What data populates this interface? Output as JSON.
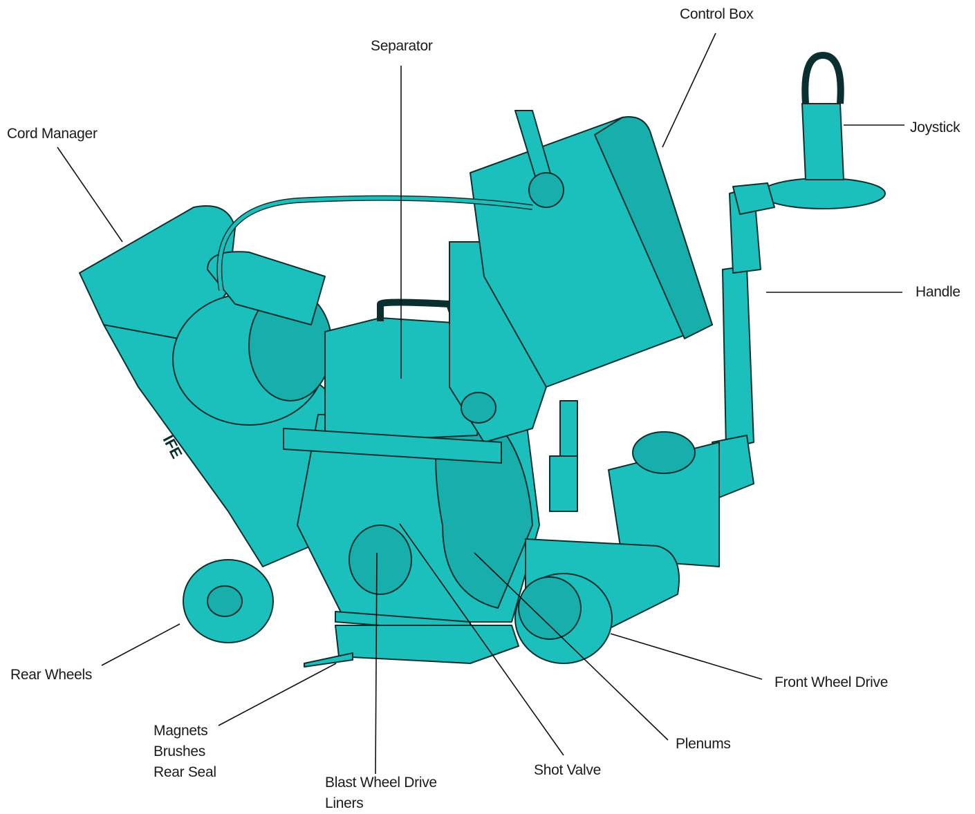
{
  "diagram": {
    "machine_color": "#1bc0bd",
    "machine_dark": "#0e8e8b",
    "outline_color": "#0a2f2e",
    "leader_color": "#111111",
    "machine_text": "IFE",
    "labels": {
      "control_box": "Control Box",
      "separator": "Separator",
      "cord_manager": "Cord Manager",
      "joystick": "Joystick",
      "handle": "Handle",
      "rear_wheels": "Rear Wheels",
      "front_wheel_drive": "Front Wheel Drive",
      "magnets_block": [
        "Magnets",
        "Brushes",
        "Rear Seal"
      ],
      "plenums": "Plenums",
      "shot_valve": "Shot Valve",
      "blast_block": [
        "Blast Wheel Drive",
        "Liners"
      ]
    }
  }
}
